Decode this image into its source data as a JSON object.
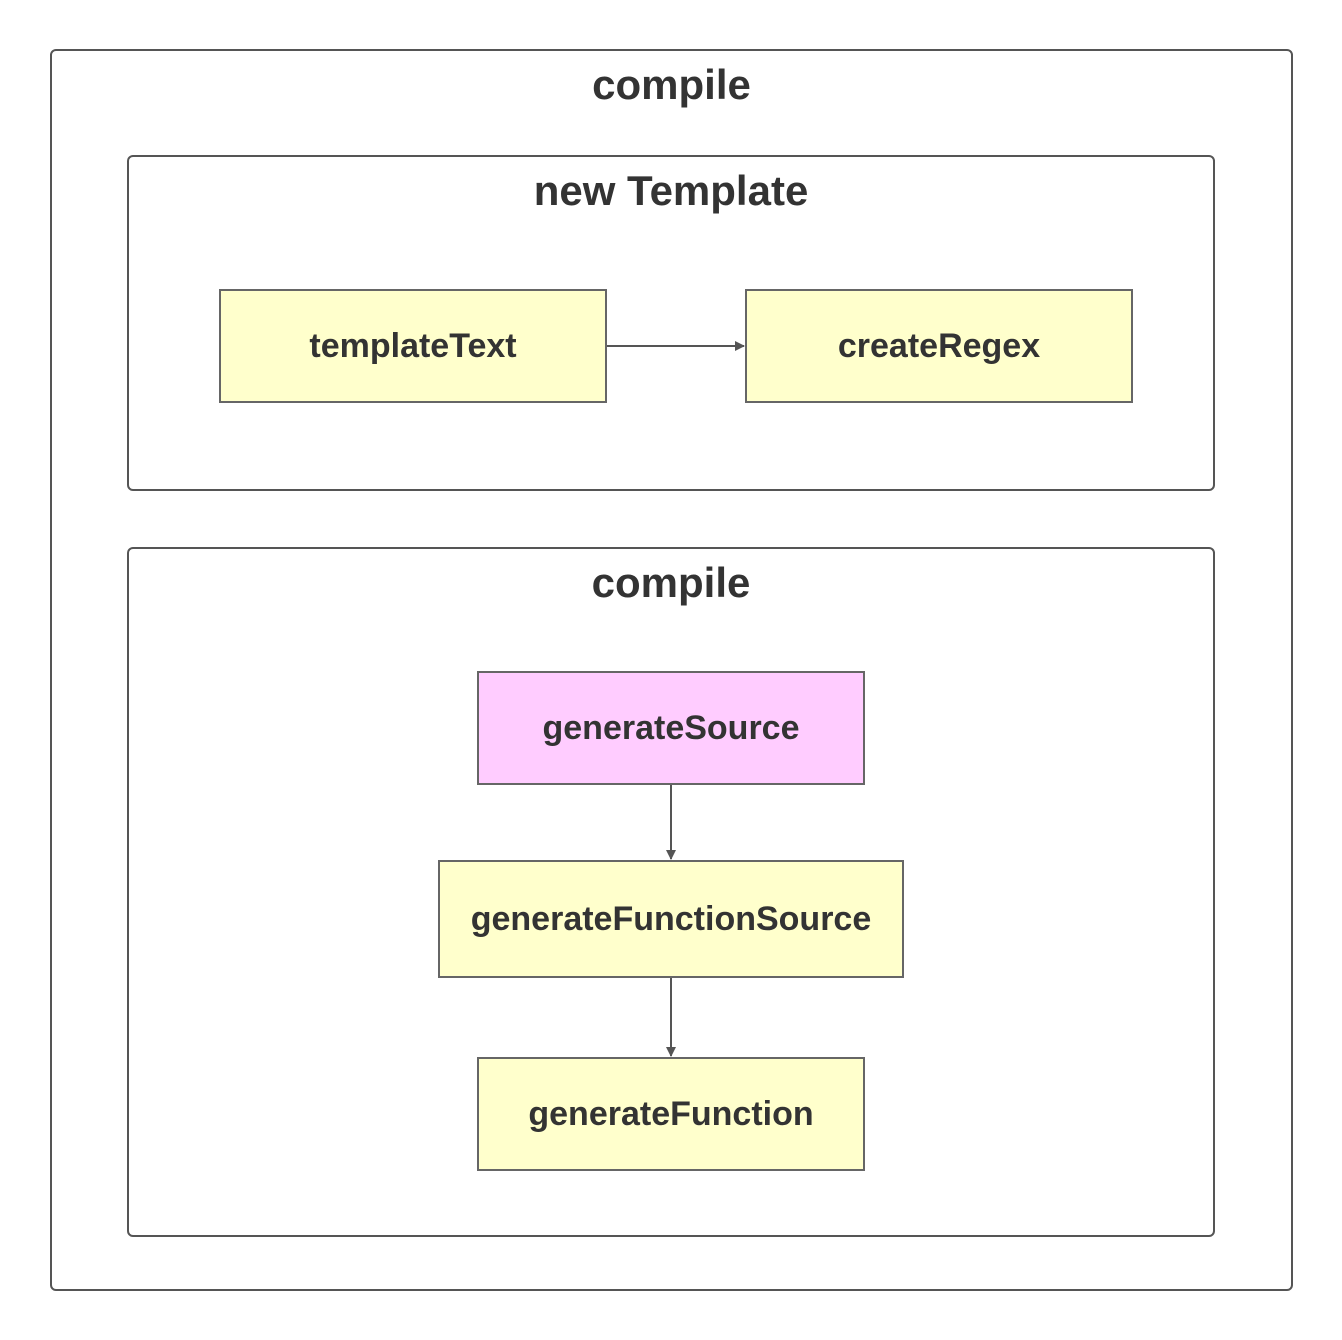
{
  "outer_group": {
    "title": "compile"
  },
  "new_template_group": {
    "title": "new Template",
    "nodes": [
      {
        "label": "templateText",
        "fill": "#ffffcc"
      },
      {
        "label": "createRegex",
        "fill": "#ffffcc"
      }
    ]
  },
  "compile_group": {
    "title": "compile",
    "nodes": [
      {
        "label": "generateSource",
        "fill": "#ffccff"
      },
      {
        "label": "generateFunctionSource",
        "fill": "#ffffcc"
      },
      {
        "label": "generateFunction",
        "fill": "#ffffcc"
      }
    ]
  },
  "colors": {
    "border": "#555555",
    "edge": "#555555",
    "text": "#333333",
    "node_yellow": "#ffffcc",
    "node_pink": "#ffccff"
  }
}
